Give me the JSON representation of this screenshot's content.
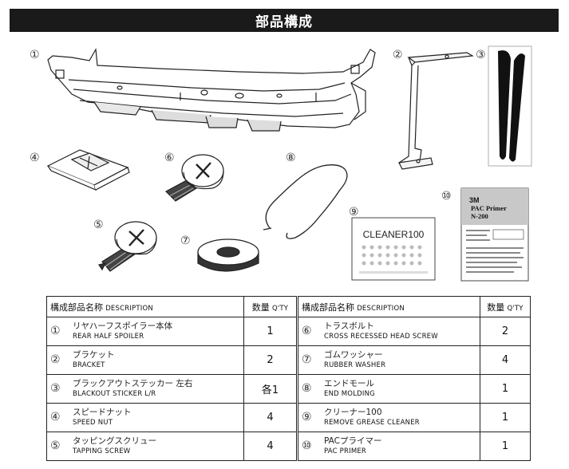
{
  "title": "部品構成",
  "figure_numbers": [
    "①",
    "②",
    "③",
    "④",
    "⑤",
    "⑥",
    "⑦",
    "⑧",
    "⑨",
    "⑩"
  ],
  "pac_label": {
    "brand": "3M",
    "line1": "PAC Primer",
    "line2": "N-200"
  },
  "cleaner_label": {
    "name": "CLEANER100"
  },
  "table": {
    "head_name_jp": "構成部品名称",
    "head_name_en": "DESCRIPTION",
    "head_qty_jp": "数量",
    "head_qty_en": "Q'TY",
    "left": [
      {
        "no": "①",
        "jp": "リヤハーフスポイラー本体",
        "en": "REAR HALF SPOILER",
        "qty": "1"
      },
      {
        "no": "②",
        "jp": "ブラケット",
        "en": "BRACKET",
        "qty": "2"
      },
      {
        "no": "③",
        "jp": "ブラックアウトステッカー 左右",
        "en": "BLACKOUT STICKER L/R",
        "qty": "各1"
      },
      {
        "no": "④",
        "jp": "スピードナット",
        "en": "SPEED NUT",
        "qty": "4"
      },
      {
        "no": "⑤",
        "jp": "タッピングスクリュー",
        "en": "TAPPING SCREW",
        "qty": "4"
      }
    ],
    "right": [
      {
        "no": "⑥",
        "jp": "トラスボルト",
        "en": "CROSS RECESSED HEAD SCREW",
        "qty": "2"
      },
      {
        "no": "⑦",
        "jp": "ゴムワッシャー",
        "en": "RUBBER WASHER",
        "qty": "4"
      },
      {
        "no": "⑧",
        "jp": "エンドモール",
        "en": "END MOLDING",
        "qty": "1"
      },
      {
        "no": "⑨",
        "jp": "クリーナー100",
        "en": "REMOVE GREASE CLEANER",
        "qty": "1"
      },
      {
        "no": "⑩",
        "jp": "PACプライマー",
        "en": "PAC PRIMER",
        "qty": "1"
      }
    ]
  }
}
